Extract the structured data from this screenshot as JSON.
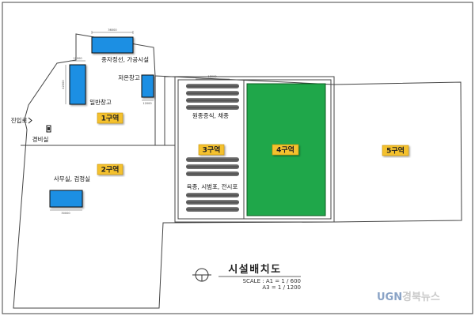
{
  "labels": {
    "seed_facility": "종자정선, 가공시설",
    "cold_storage": "저온창고",
    "general_storage": "일반창고",
    "entrance_road": "진입로",
    "guard_house": "경비실",
    "office": "사무실, 검정실",
    "breeding_area": "원종증식, 채종",
    "demo_plots": "육종, 시범포, 전시포"
  },
  "dimensions": {
    "seed_facility_w": "36000",
    "general_storage_w": "12000",
    "general_storage_h": "42000",
    "cold_storage_w": "12000",
    "office_w": "30000",
    "breeding_w": "18000"
  },
  "zones": {
    "zone1": "1구역",
    "zone2": "2구역",
    "zone3": "3구역",
    "zone4": "4구역",
    "zone5": "5구역"
  },
  "title": {
    "text": "시설배치도",
    "scale_a1": "SCALE : A1 = 1 / 600",
    "scale_a3": "A3 = 1 / 1200"
  },
  "watermark": {
    "brand": "UGN",
    "name": "경북뉴스"
  },
  "colors": {
    "building_blue": "#1a8fe3",
    "zone4_green": "#1fa74a",
    "zone_label_yellow": "#f4c12e",
    "strip_gray": "#5f5f5f"
  }
}
